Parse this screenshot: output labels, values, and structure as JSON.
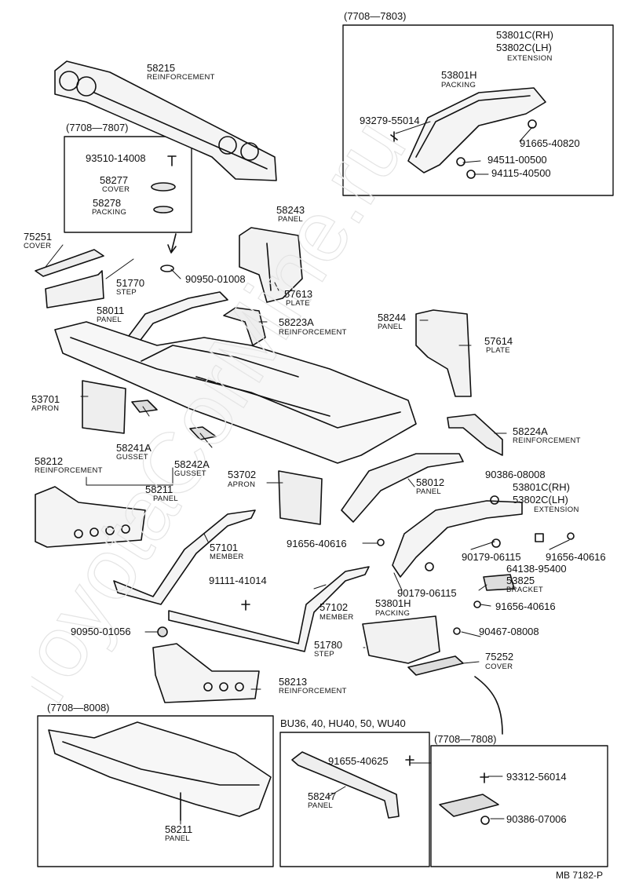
{
  "watermark": "ToyotaCorMine.ru",
  "footer": {
    "code": "MB 7182-P"
  },
  "groups": {
    "g1": "(7708—7803)",
    "g2": "(7708—7807)",
    "g3": "(7708—8008)",
    "g4": "BU36, 40, HU40, 50, WU40",
    "g5": "(7708—7808)"
  },
  "parts": {
    "p53801c_top": "53801C(RH)",
    "p53802c_top": "53802C(LH)",
    "extension_top": "EXTENSION",
    "p53801h_top": "53801H",
    "packing_top": "PACKING",
    "p93279": "93279-55014",
    "p91665": "91665-40820",
    "p94511": "94511-00500",
    "p94115": "94115-40500",
    "p58215": "58215",
    "n58215": "REINFORCEMENT",
    "p93510": "93510-14008",
    "p58277": "58277",
    "n58277": "COVER",
    "p58278": "58278",
    "n58278": "PACKING",
    "p75251": "75251",
    "n75251": "COVER",
    "p51770": "51770",
    "n51770": "STEP",
    "p90950a": "90950-01008",
    "p58243": "58243",
    "n58243": "PANEL",
    "p57613": "57613",
    "n57613": "PLATE",
    "p58011": "58011",
    "n58011": "PANEL",
    "p58223a": "58223A",
    "n58223a": "REINFORCEMENT",
    "p58244": "58244",
    "n58244": "PANEL",
    "p57614": "57614",
    "n57614": "PLATE",
    "p53701": "53701",
    "n53701": "APRON",
    "p58241a": "58241A",
    "n58241a": "GUSSET",
    "p58242a": "58242A",
    "n58242a": "GUSSET",
    "p58224a": "58224A",
    "n58224a": "REINFORCEMENT",
    "p58212": "58212",
    "n58212": "REINFORCEMENT",
    "p58211": "58211",
    "n58211": "PANEL",
    "p53702": "53702",
    "n53702": "APRON",
    "p58012": "58012",
    "n58012": "PANEL",
    "p90386a": "90386-08008",
    "p53801c_mid": "53801C(RH)",
    "p53802c_mid": "53802C(LH)",
    "extension_mid": "EXTENSION",
    "p57101": "57101",
    "n57101": "MEMBER",
    "p91656a": "91656-40616",
    "p90179a": "90179-06115",
    "p91656b": "91656-40616",
    "p64138": "64138-95400",
    "p53825": "53825",
    "n53825": "BRACKET",
    "p91111": "91111-41014",
    "p57102": "57102",
    "n57102": "MEMBER",
    "p90179b": "90179-06115",
    "p91656c": "91656-40616",
    "p53801h_mid": "53801H",
    "packing_mid": "PACKING",
    "p90950b": "90950-01056",
    "p90467": "90467-08008",
    "p51780": "51780",
    "n51780": "STEP",
    "p75252": "75252",
    "n75252": "COVER",
    "p58213": "58213",
    "n58213": "REINFORCEMENT",
    "p58211b": "58211",
    "n58211b": "PANEL",
    "p91655": "91655-40625",
    "p58247": "58247",
    "n58247": "PANEL",
    "p93312": "93312-56014",
    "p90386b": "90386-07006"
  }
}
